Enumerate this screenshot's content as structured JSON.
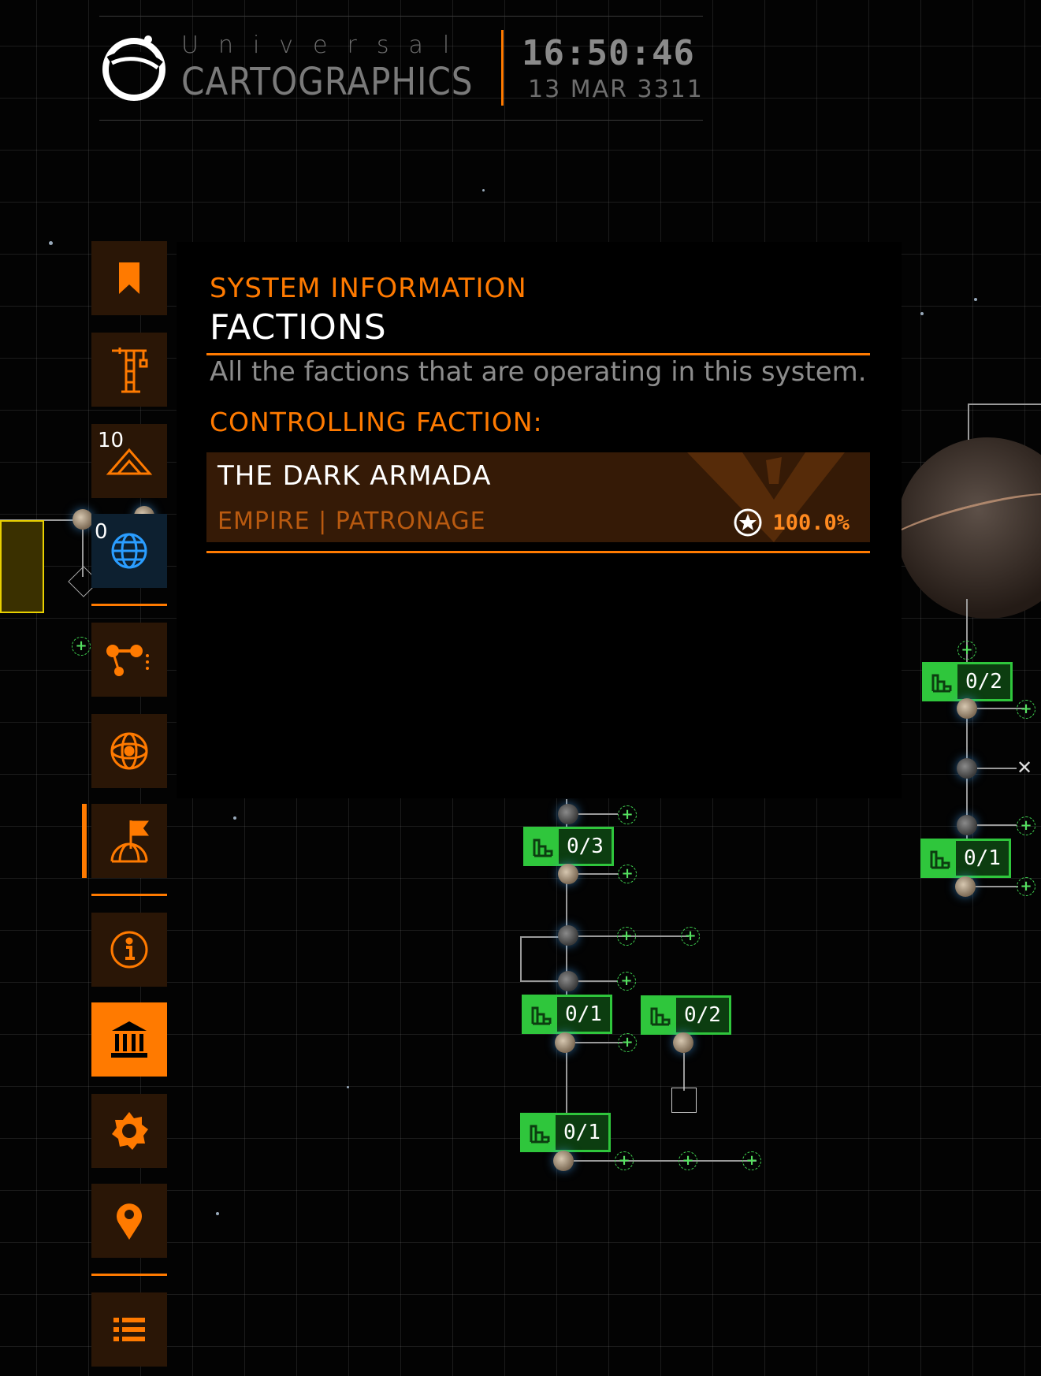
{
  "header": {
    "brand_top": "Universal",
    "brand_main": "CARTOGRAPHICS",
    "time": "16:50:46",
    "date": "13 MAR 3311"
  },
  "menu": {
    "badge_ports": "10",
    "badge_globe": "0",
    "items": [
      {
        "icon": "bookmark-icon"
      },
      {
        "icon": "construction-crane-icon"
      },
      {
        "icon": "ports-icon"
      },
      {
        "icon": "globe-icon"
      },
      {
        "icon": "route-icon"
      },
      {
        "icon": "atom-icon"
      },
      {
        "icon": "planet-flag-icon"
      },
      {
        "icon": "info-icon"
      },
      {
        "icon": "government-building-icon"
      },
      {
        "icon": "settings-gear-icon"
      },
      {
        "icon": "location-pin-icon"
      },
      {
        "icon": "list-icon"
      }
    ]
  },
  "panel": {
    "kicker": "SYSTEM INFORMATION",
    "title": "FACTIONS",
    "description": "All the factions that are operating in this system.",
    "controlling_label": "CONTROLLING FACTION:",
    "faction": {
      "name": "THE DARK ARMADA",
      "meta": "EMPIRE | PATRONAGE",
      "influence": "100.0%"
    }
  },
  "map": {
    "sites": [
      "0/2",
      "0/3",
      "0/1",
      "0/1",
      "0/2",
      "0/1"
    ]
  },
  "colors": {
    "accent": "#ff7a00",
    "panel_bg": "#000000",
    "card_bg": "#351a06",
    "site_green": "#2fc63c"
  }
}
